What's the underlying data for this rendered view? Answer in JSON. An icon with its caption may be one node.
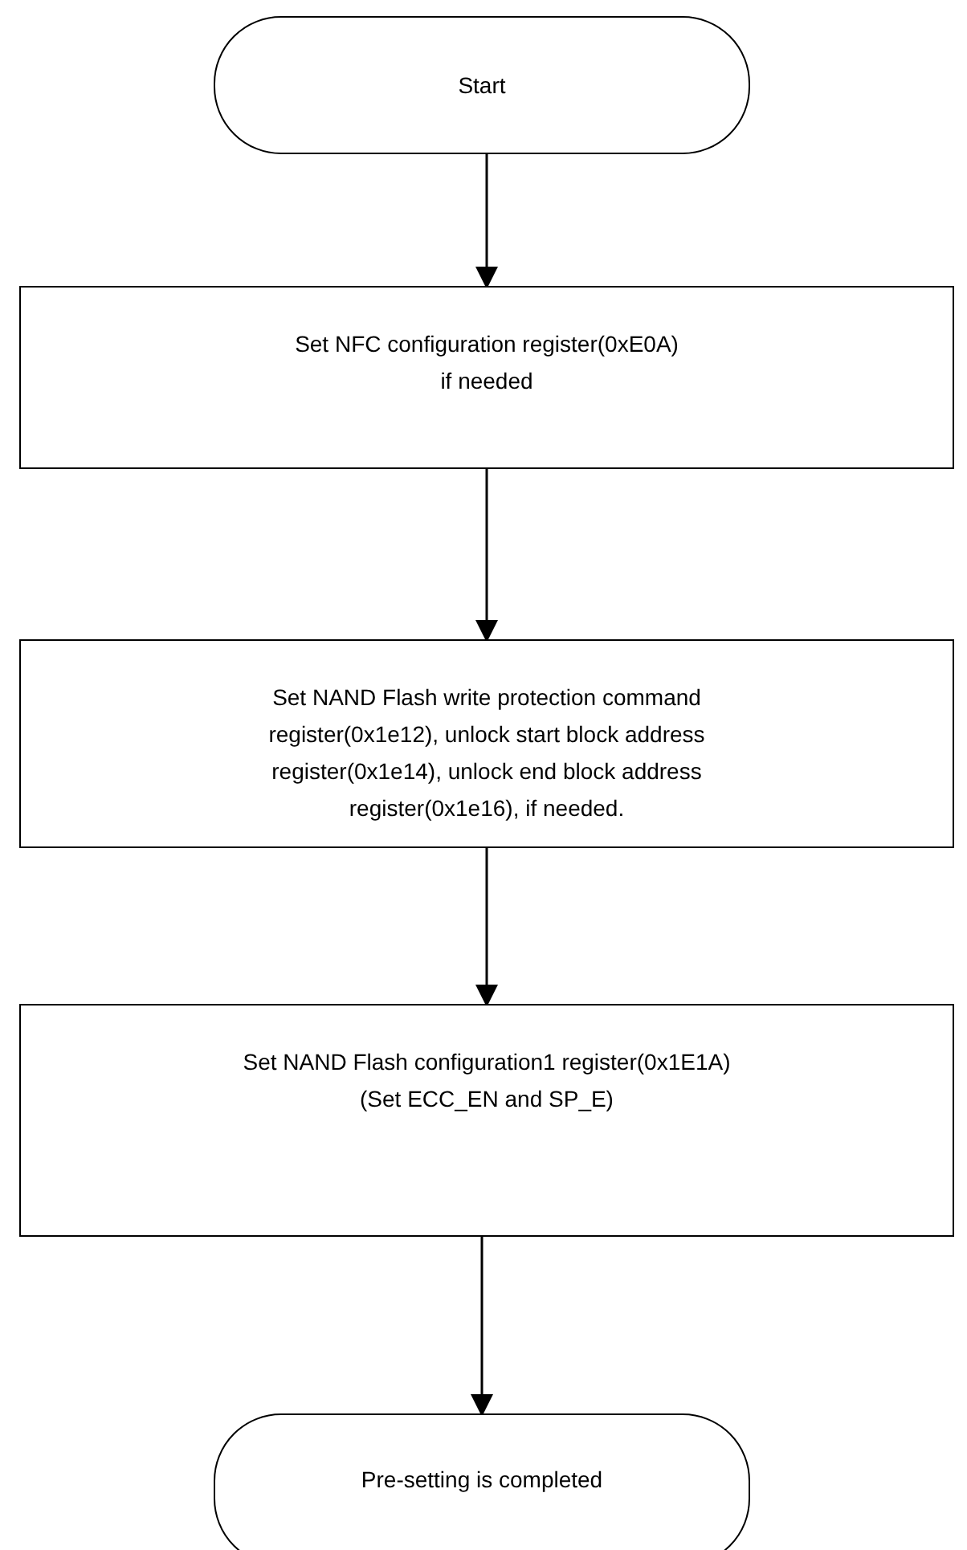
{
  "diagram": {
    "nodes": [
      {
        "text": [
          "Start"
        ]
      },
      {
        "text": [
          "Set NFC configuration register(0xE0A)",
          "if needed"
        ]
      },
      {
        "text": [
          "Set NAND Flash write protection command register(0x1e12), unlock start block address register(0x1e14), unlock end block address register(0x1e16), if needed."
        ]
      },
      {
        "text": [
          "Set NAND Flash configuration1 register(0x1E1A)",
          "(Set ECC_EN and SP_E)"
        ]
      },
      {
        "text": [
          "Pre-setting is completed"
        ]
      }
    ],
    "edges": [
      {
        "from": 0,
        "to": 1,
        "arrow": "to"
      },
      {
        "from": 1,
        "to": 2,
        "arrow": "to"
      },
      {
        "from": 2,
        "to": 3,
        "arrow": "to"
      },
      {
        "from": 3,
        "to": 4,
        "arrow": "to"
      }
    ]
  }
}
